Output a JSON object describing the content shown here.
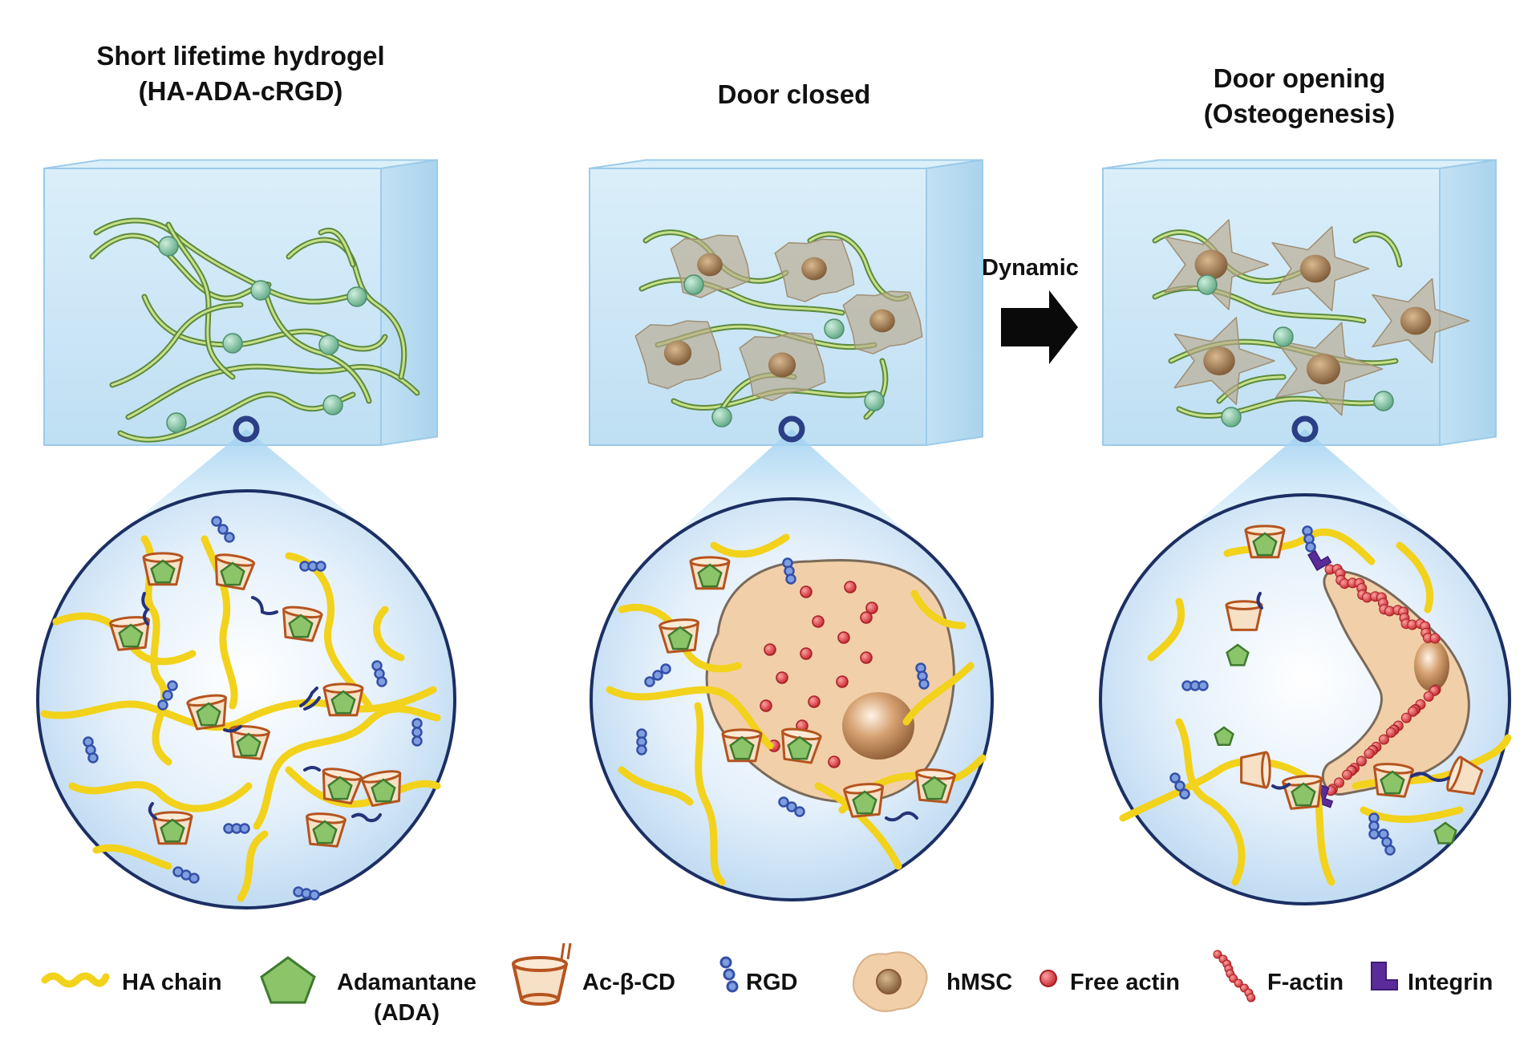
{
  "panels": [
    {
      "title_line1": "Short lifetime hydrogel",
      "title_line2": "(HA-ADA-cRGD)"
    },
    {
      "title_line1": "Door closed",
      "title_line2": ""
    },
    {
      "title_line1": "Door opening",
      "title_line2": "(Osteogenesis)"
    }
  ],
  "transition": {
    "label": "Dynamic"
  },
  "legend": {
    "ha_chain": "HA chain",
    "adamantane_line1": "Adamantane",
    "adamantane_line2": "(ADA)",
    "ac_beta_cd": "Ac-β-CD",
    "rgd": "RGD",
    "hmsc": "hMSC",
    "free_actin": "Free actin",
    "f_actin": "F-actin",
    "integrin": "Integrin"
  },
  "colors": {
    "ha_chain": "#f2d21b",
    "adamantane": "#8cc46a",
    "cyclodextrin": "#b5541f",
    "rgd": "#4d6fc4",
    "free_actin": "#d33a3a",
    "integrin": "#5a2c9a",
    "cell": "#f1cfa8",
    "gel_cube": "#bfe0f4",
    "sphere_border": "#1c2f63"
  }
}
